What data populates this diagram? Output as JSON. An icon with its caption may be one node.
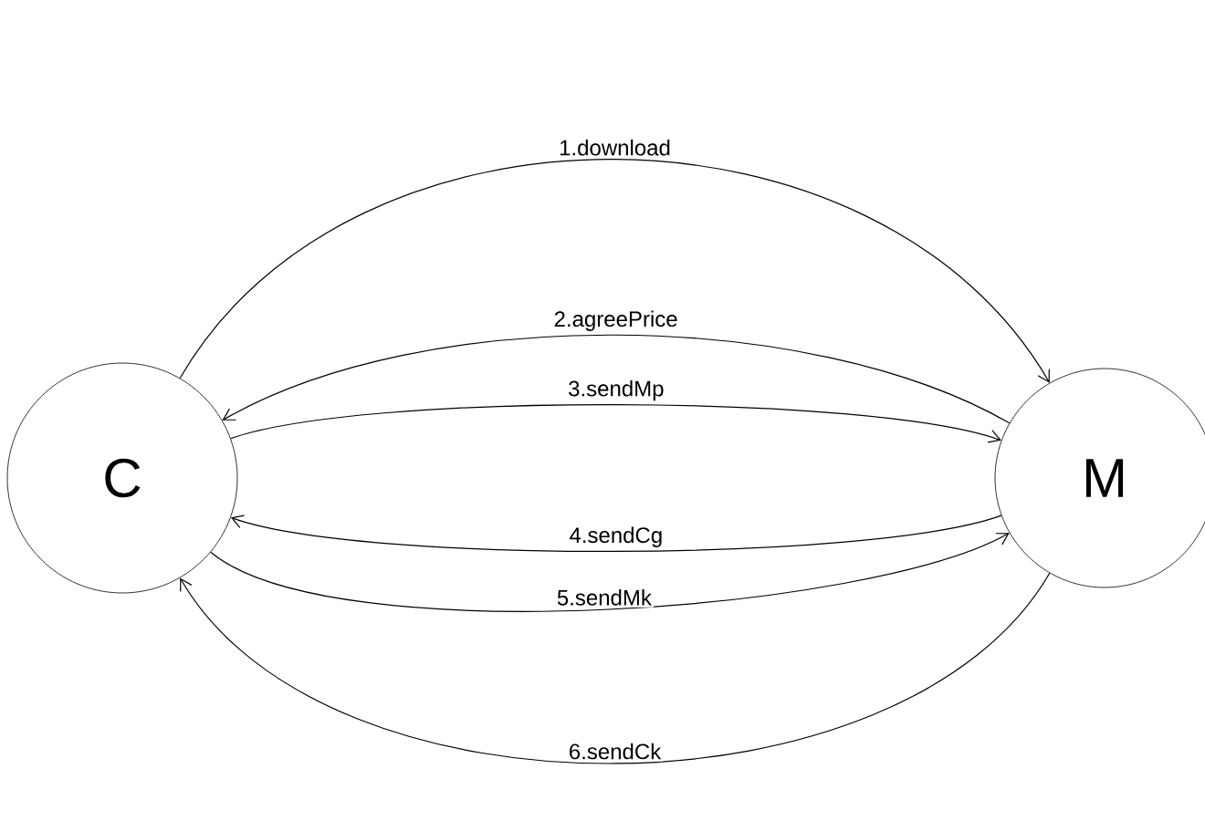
{
  "diagram": {
    "nodes": [
      {
        "text": [
          "C"
        ]
      },
      {
        "text": [
          "M"
        ]
      }
    ],
    "edges": [
      {
        "from": 0,
        "to": 1,
        "arrow": "to",
        "label": "1.download"
      },
      {
        "from": 1,
        "to": 0,
        "arrow": "to",
        "label": "2.agreePrice"
      },
      {
        "from": 0,
        "to": 1,
        "arrow": "to",
        "label": "3.sendMp"
      },
      {
        "from": 1,
        "to": 0,
        "arrow": "to",
        "label": "4.sendCg"
      },
      {
        "from": 0,
        "to": 1,
        "arrow": "to",
        "label": "5.sendMk"
      },
      {
        "from": 1,
        "to": 0,
        "arrow": "to",
        "label": "6.sendCk"
      }
    ]
  }
}
